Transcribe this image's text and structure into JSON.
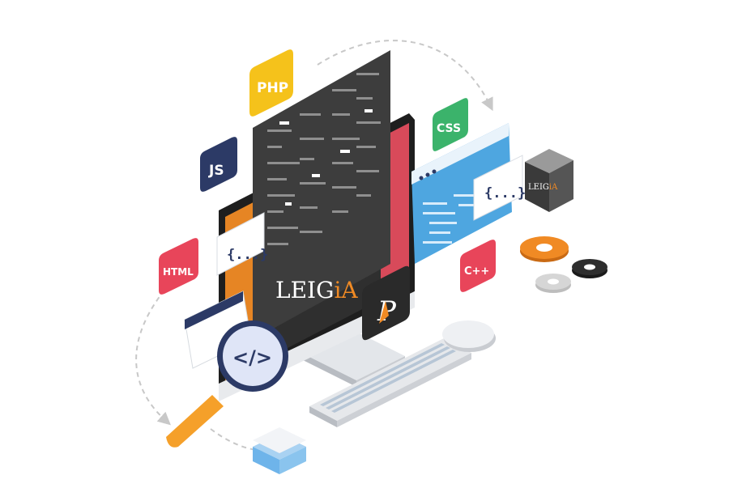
{
  "badges": {
    "php": "PHP",
    "css": "CSS",
    "js": "JS",
    "html": "HTML",
    "cpp": "C++"
  },
  "brand": {
    "screen_logo_main": "LEIG",
    "screen_logo_accent": "iA",
    "cube_logo_main": "LEIG",
    "cube_logo_accent": "iA",
    "app_icon_glyph": "P"
  },
  "code_snippets": {
    "left_braces": "{...}",
    "right_braces": "{...}",
    "magnifier_tag": "</>"
  },
  "colors": {
    "php": "#f5c21b",
    "css": "#3bb36b",
    "js": "#2c3a66",
    "html": "#e8455a",
    "cpp": "#e8455a",
    "code_panel": "#3d3d3d",
    "monitor_frame": "#2a2a2a",
    "accent_orange": "#f08a24",
    "blue_panel": "#4ea6e0",
    "gear_orange": "#f08a24",
    "gear_dark": "#2e2e2e",
    "gear_light": "#d6d6d6"
  },
  "icons": [
    "php-badge",
    "css-badge",
    "js-badge",
    "html-badge",
    "cpp-badge",
    "gear-icon",
    "magnifier-icon",
    "keyboard",
    "mouse",
    "cube",
    "layers-icon",
    "cycle-arrow"
  ]
}
